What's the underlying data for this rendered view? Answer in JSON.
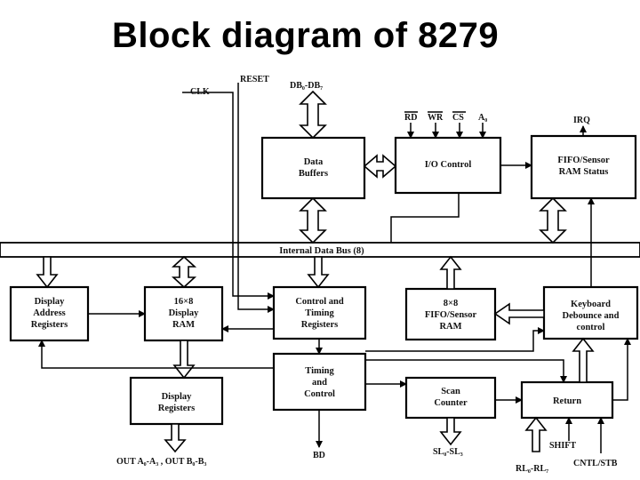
{
  "title": "Block diagram of 8279",
  "blocks": {
    "data_buffers": [
      "Data",
      "Buffers"
    ],
    "io_control": [
      "I/O Control"
    ],
    "fifo_status": [
      "FIFO/Sensor",
      "RAM Status"
    ],
    "display_address_registers": [
      "Display",
      "Address",
      "Registers"
    ],
    "display_ram": [
      "16×8",
      "Display",
      "RAM"
    ],
    "control_timing_registers": [
      "Control and",
      "Timing",
      "Registers"
    ],
    "fifo_sensor_ram": [
      "8×8",
      "FIFO/Sensor",
      "RAM"
    ],
    "keyboard_debounce": [
      "Keyboard",
      "Debounce and",
      "control"
    ],
    "timing_control": [
      "Timing",
      "and",
      "Control"
    ],
    "scan_counter": [
      "Scan",
      "Counter"
    ],
    "display_registers": [
      "Display",
      "Registers"
    ],
    "return": [
      "Return"
    ]
  },
  "bus_label": "Internal Data Bus (8)",
  "signals": {
    "clk": "CLK",
    "reset": "RESET",
    "data_bus": "DB₀-DB₇",
    "rd": "RD",
    "wr": "WR",
    "cs": "CS",
    "a0": "A₀",
    "irq": "IRQ",
    "out": "OUT A₀-A₃ , OUT B₀-B₃",
    "bd": "BD",
    "scan_lines": "SL₀-SL₃",
    "shift": "SHIFT",
    "return_lines": "RL₀-RL₇",
    "cntl": "CNTL/STB"
  }
}
